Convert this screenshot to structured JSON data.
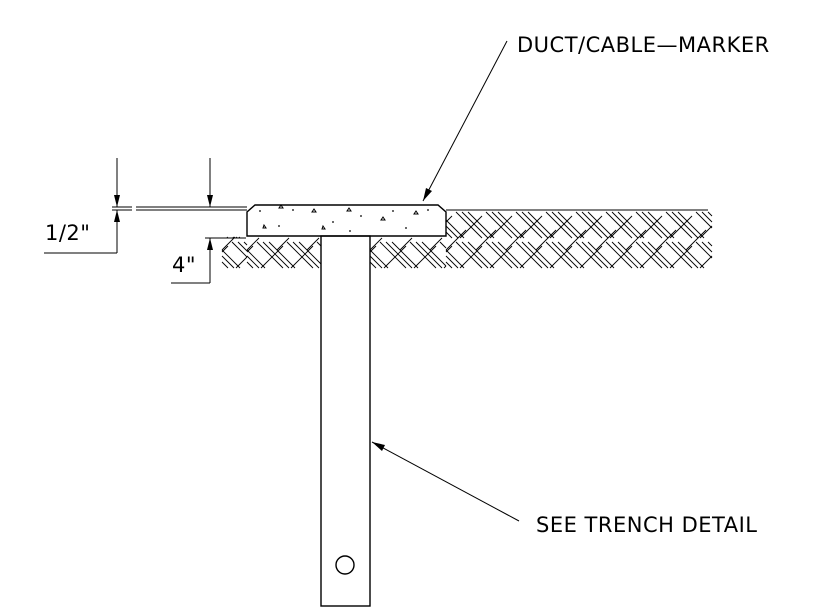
{
  "labels": {
    "marker_callout": "DUCT/CABLE—MARKER",
    "trench_callout": "SEE TRENCH DETAIL",
    "dim_half_inch": "1/2\"",
    "dim_four_inch": "4\""
  }
}
